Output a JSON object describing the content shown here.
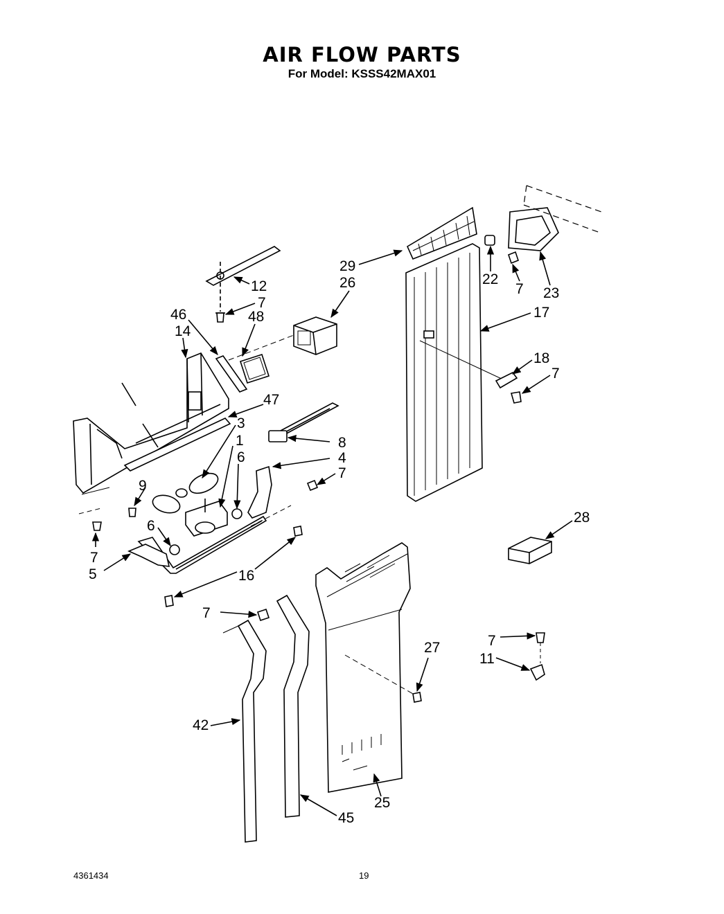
{
  "header": {
    "title": "AIR FLOW PARTS",
    "subtitle": "For Model: KSSS42MAX01"
  },
  "footer": {
    "doc_number": "4361434",
    "page_number": "19"
  },
  "callouts": [
    "1",
    "3",
    "4",
    "5",
    "6",
    "6",
    "7",
    "7",
    "7",
    "7",
    "7",
    "7",
    "7",
    "8",
    "9",
    "11",
    "12",
    "14",
    "16",
    "17",
    "18",
    "22",
    "23",
    "25",
    "26",
    "27",
    "28",
    "29",
    "42",
    "45",
    "46",
    "47",
    "48"
  ]
}
